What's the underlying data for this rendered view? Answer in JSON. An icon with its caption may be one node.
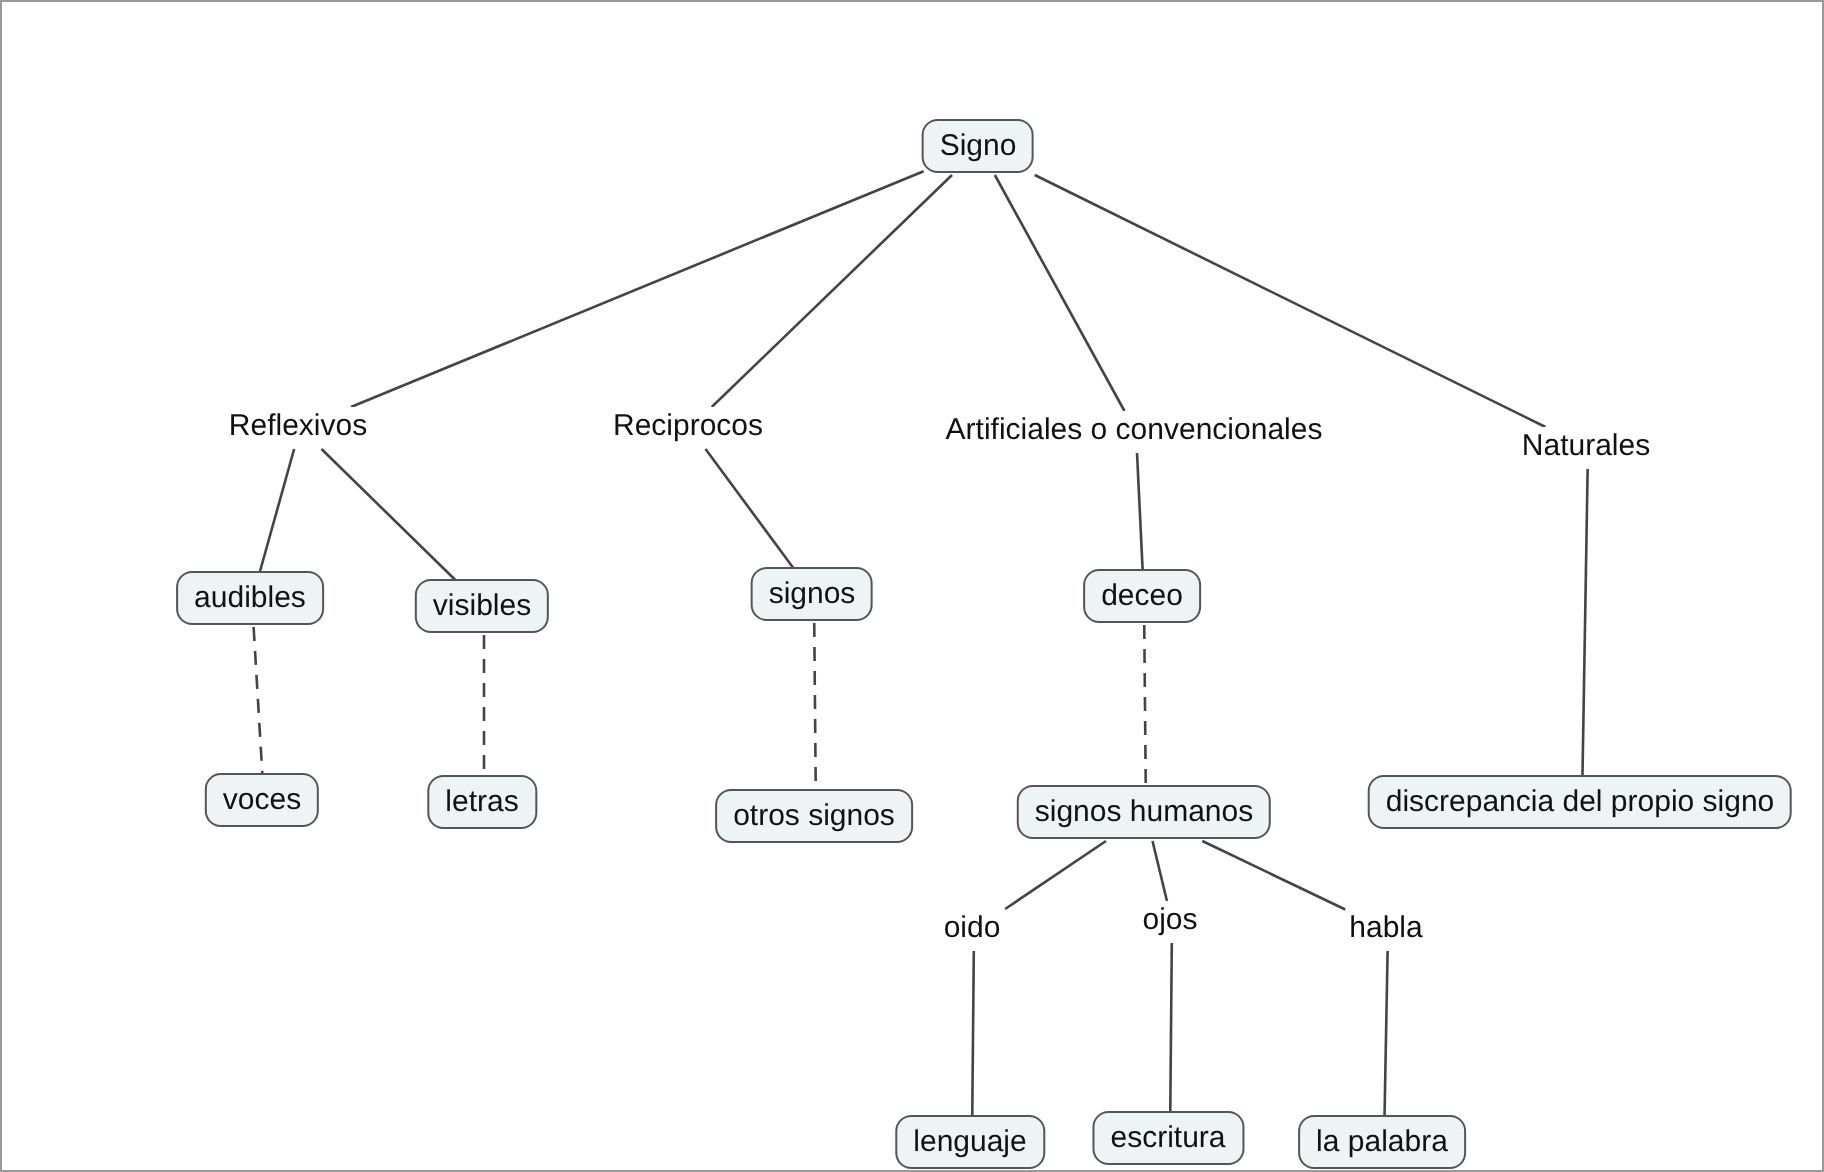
{
  "diagram": {
    "nodes": [
      {
        "text": [
          "Signo"
        ]
      },
      {
        "text": [
          "Reflexivos"
        ]
      },
      {
        "text": [
          "Reciprocos"
        ]
      },
      {
        "text": [
          "Artificiales o convencionales"
        ]
      },
      {
        "text": [
          "Naturales"
        ]
      },
      {
        "text": [
          "audibles"
        ]
      },
      {
        "text": [
          "visibles"
        ]
      },
      {
        "text": [
          "signos"
        ]
      },
      {
        "text": [
          "deceo"
        ]
      },
      {
        "text": [
          "voces"
        ]
      },
      {
        "text": [
          "letras"
        ]
      },
      {
        "text": [
          "otros signos"
        ]
      },
      {
        "text": [
          "signos humanos"
        ]
      },
      {
        "text": [
          "discrepancia del propio signo"
        ]
      },
      {
        "text": [
          "oido"
        ]
      },
      {
        "text": [
          "ojos"
        ]
      },
      {
        "text": [
          "habla"
        ]
      },
      {
        "text": [
          "lenguaje"
        ]
      },
      {
        "text": [
          "escritura"
        ]
      },
      {
        "text": [
          "la palabra"
        ]
      }
    ],
    "edges": [
      {
        "from": 0,
        "to": 1,
        "arrow": "none"
      },
      {
        "from": 0,
        "to": 2,
        "arrow": "none"
      },
      {
        "from": 0,
        "to": 3,
        "arrow": "none"
      },
      {
        "from": 0,
        "to": 4,
        "arrow": "none"
      },
      {
        "from": 1,
        "to": 5,
        "arrow": "none"
      },
      {
        "from": 1,
        "to": 6,
        "arrow": "none"
      },
      {
        "from": 2,
        "to": 7,
        "arrow": "none"
      },
      {
        "from": 3,
        "to": 8,
        "arrow": "none"
      },
      {
        "from": 4,
        "to": 13,
        "arrow": "none"
      },
      {
        "from": 5,
        "to": 9,
        "arrow": "none",
        "style": "dashed"
      },
      {
        "from": 6,
        "to": 10,
        "arrow": "none",
        "style": "dashed"
      },
      {
        "from": 7,
        "to": 11,
        "arrow": "none",
        "style": "dashed"
      },
      {
        "from": 8,
        "to": 12,
        "arrow": "none",
        "style": "dashed"
      },
      {
        "from": 12,
        "to": 14,
        "arrow": "none"
      },
      {
        "from": 12,
        "to": 15,
        "arrow": "none"
      },
      {
        "from": 12,
        "to": 16,
        "arrow": "none"
      },
      {
        "from": 14,
        "to": 17,
        "arrow": "none"
      },
      {
        "from": 15,
        "to": 18,
        "arrow": "none"
      },
      {
        "from": 16,
        "to": 19,
        "arrow": "none"
      }
    ]
  }
}
